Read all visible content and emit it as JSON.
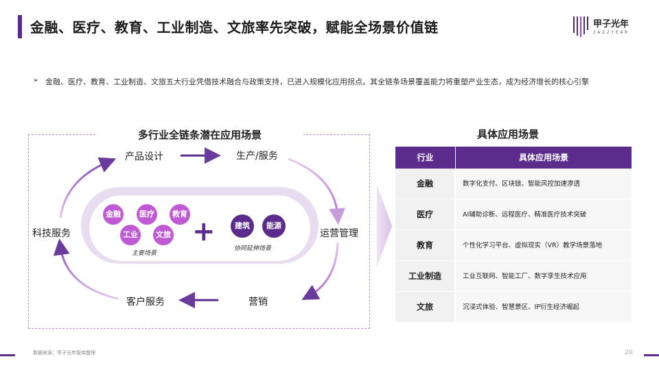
{
  "header": {
    "title": "金融、医疗、教育、工业制造、文旅率先突破，赋能全场景价值链",
    "logo_text": "甲子光年",
    "logo_sub": "JAZZYEAR"
  },
  "intro": {
    "bullet": "➢",
    "text": "金融、医疗、教育、工业制造、文旅五大行业凭借技术融合与政策支持，已进入规模化应用拐点。其全链条场景覆盖能力将重塑产业生态，成为经济增长的核心引擎"
  },
  "left_panel": {
    "title": "多行业全链条潜在应用场景",
    "nodes": {
      "design": "产品设计",
      "production": "生产/服务",
      "operation": "运营管理",
      "sales": "营销",
      "customer": "客户服务",
      "tech": "科技服务"
    },
    "main_scenes": [
      "金融",
      "医疗",
      "教育",
      "工业",
      "文旅"
    ],
    "main_caption": "主要场景",
    "plus": "+",
    "coop_scenes": [
      "建筑",
      "能源"
    ],
    "coop_caption": "协同延伸场景"
  },
  "right_panel": {
    "title": "具体应用场景",
    "col_industry": "行业",
    "col_scene": "具体应用场景",
    "rows": [
      {
        "industry": "金融",
        "scene": "数字化支付、区块链、智能风控加速渗透"
      },
      {
        "industry": "医疗",
        "scene": "AI辅助诊断、远程医疗、精准医疗技术突破"
      },
      {
        "industry": "教育",
        "scene": "个性化学习平台、虚拟现实（VR）教学场景落地"
      },
      {
        "industry": "工业制造",
        "scene": "工业互联网、智能工厂、数字孪生技术应用"
      },
      {
        "industry": "文旅",
        "scene": "沉浸式体验、智慧景区、IP衍生经济崛起"
      }
    ]
  },
  "footer": {
    "source": "数据来源：甲子光年智库整理",
    "page": "20"
  },
  "colors": {
    "primary": "#5c2c8c",
    "accent": "#c05ad4",
    "frame": "#b78bd0"
  }
}
